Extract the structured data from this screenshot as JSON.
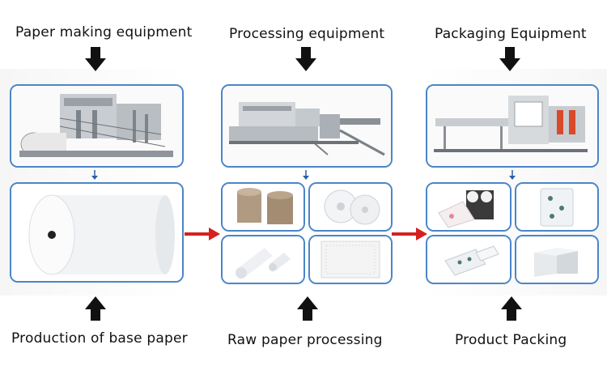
{
  "stages": [
    {
      "top_label": "Paper making equipment",
      "bottom_label": "Production of base paper"
    },
    {
      "top_label": "Processing equipment",
      "bottom_label": "Raw paper processing"
    },
    {
      "top_label": "Packaging Equipment",
      "bottom_label": "Product Packing"
    }
  ],
  "colors": {
    "box_border": "#4a86c8",
    "flow_arrow": "#d62020",
    "block_arrow": "#111111",
    "small_arrow": "#2b5fa8"
  }
}
